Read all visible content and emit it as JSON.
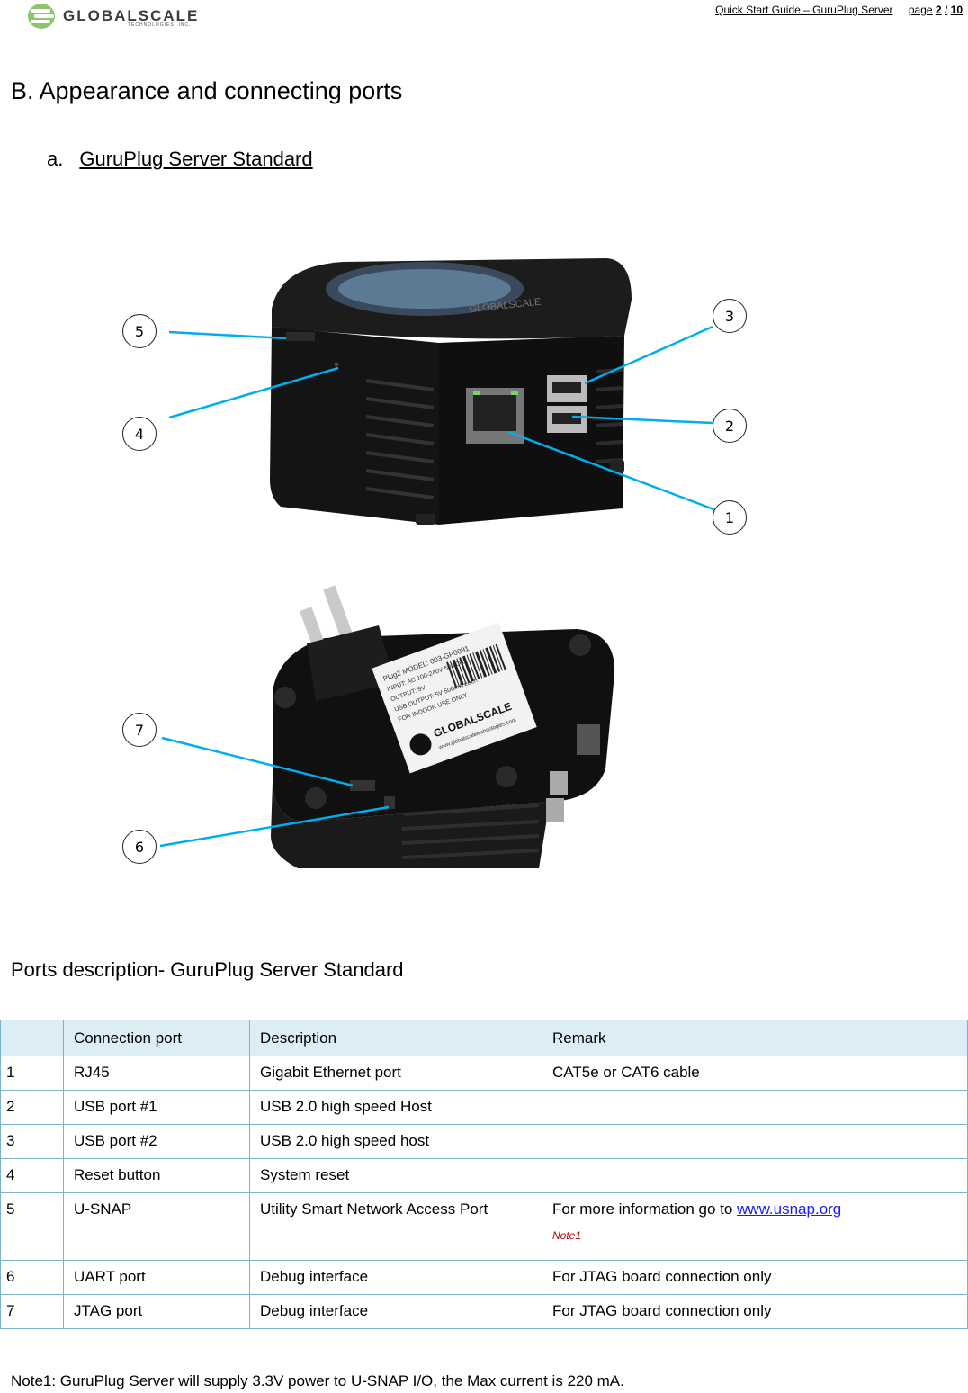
{
  "header": {
    "logo_text": "GLOBALSCALE",
    "logo_sub": "TECHNOLOGIES, INC.",
    "guide_title": "Quick Start Guide – GuruPlug Server",
    "page_label": "page",
    "page_current": "2",
    "page_sep": "/",
    "page_total": "10"
  },
  "section": {
    "heading": "B. Appearance and connecting ports",
    "sub_marker": "a.",
    "sub_heading": "GuruPlug Server Standard"
  },
  "callouts": [
    "1",
    "2",
    "3",
    "4",
    "5",
    "6",
    "7"
  ],
  "photo_labels": {
    "brand_on_case": "GLOBALSCALE",
    "sticker_model": "Plug2  MODEL: 003-GP0091",
    "sticker_input": "INPUT: AC 100-240V 50/60Hz",
    "sticker_output": "OUTPUT: 5V",
    "sticker_usb": "USB OUTPUT: 5V 500mA each",
    "sticker_indoor": "FOR INDOOR USE ONLY",
    "sticker_brand": "GLOBALSCALE",
    "sticker_url": "www.globalscaletechnologies.com"
  },
  "ports": {
    "heading": "Ports description- GuruPlug Server Standard",
    "columns": [
      "",
      "Connection port",
      "Description",
      "Remark"
    ],
    "rows": [
      {
        "no": "1",
        "port": "RJ45",
        "desc": "Gigabit Ethernet port",
        "remark": "CAT5e or CAT6 cable"
      },
      {
        "no": "2",
        "port": "USB port #1",
        "desc": "USB 2.0 high speed Host",
        "remark": ""
      },
      {
        "no": "3",
        "port": "USB port #2",
        "desc": "USB 2.0 high speed host",
        "remark": ""
      },
      {
        "no": "4",
        "port": "Reset button",
        "desc": "System reset",
        "remark": ""
      },
      {
        "no": "5",
        "port": "U-SNAP",
        "desc": "Utility Smart Network Access Port",
        "remark": "For more information go to ",
        "link": "www.usnap.org",
        "note_ref": "Note1"
      },
      {
        "no": "6",
        "port": "UART port",
        "desc": "Debug interface",
        "remark": "For JTAG board connection only"
      },
      {
        "no": "7",
        "port": "JTAG port",
        "desc": "Debug interface",
        "remark": "For JTAG board connection only"
      }
    ]
  },
  "footnote": "Note1: GuruPlug Server will supply 3.3V power to U-SNAP I/O, the Max current is 220 mA.",
  "colors": {
    "callout_line": "#00aeef",
    "table_border": "#7ab3cc",
    "table_header_bg": "#dcedf4",
    "link": "#1a1aff",
    "note_red": "#c00000",
    "logo_green": "#6aa84f"
  }
}
